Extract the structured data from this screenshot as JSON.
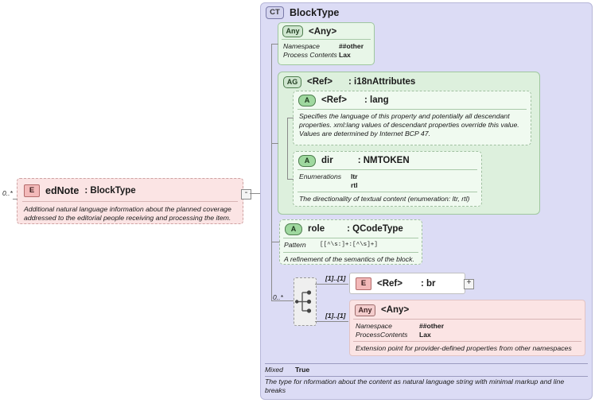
{
  "diagram": {
    "type": "xsd-schema-diagram",
    "root": {
      "icon": "CT",
      "name": "BlockType",
      "mixed_label": "Mixed",
      "mixed_value": "True",
      "description": "The type for nformation about the content as natural language string with minimal markup and line breaks"
    },
    "left_element": {
      "icon": "E",
      "name": "edNote",
      "type": ": BlockType",
      "cardinality": "0..*",
      "description": "Additional natural language information about the planned coverage addressed to the editorial people receiving and processing the item.",
      "toggle": "-"
    },
    "any_top": {
      "icon": "Any",
      "name": "<Any>",
      "props": [
        {
          "key": "Namespace",
          "value": "##other"
        },
        {
          "key": "Process Contents",
          "value": "Lax"
        }
      ]
    },
    "attr_group": {
      "icon": "AG",
      "name": "<Ref>",
      "type": ": i18nAttributes",
      "attributes": [
        {
          "icon": "A",
          "name": "<Ref>",
          "type": ": lang",
          "description": "Specifies the language of this property and potentially all descendant properties. xml:lang values of descendant properties override this value. Values are determined by Internet BCP 47."
        },
        {
          "icon": "A",
          "name": "dir",
          "type": ": NMTOKEN",
          "props": [
            {
              "key": "Enumerations",
              "value": "ltr"
            },
            {
              "key": "",
              "value": "rtl"
            }
          ],
          "description": "The directionality of textual content (enumeration: ltr, rtl)"
        }
      ]
    },
    "attr_role": {
      "icon": "A",
      "name": "role",
      "type": ": QCodeType",
      "props": [
        {
          "key": "Pattern",
          "value": "[[^\\s:]+:[^\\s]+]"
        }
      ],
      "description": "A refinement of the semantics of the block."
    },
    "choice": {
      "icon": "choice-node",
      "cardinality": "0..*",
      "branches": [
        {
          "cardinality": "[1]..[1]",
          "icon": "E",
          "name": "<Ref>",
          "type": ": br",
          "toggle": "+"
        },
        {
          "cardinality": "[1]..[1]",
          "icon": "Any",
          "name": "<Any>",
          "props": [
            {
              "key": "Namespace",
              "value": "##other"
            },
            {
              "key": "ProcessContents",
              "value": "Lax"
            }
          ],
          "description": "Extension point for provider-defined properties from other namespaces"
        }
      ]
    }
  },
  "colors": {
    "complex_type": "#dcdcf5",
    "attribute_green": "#e8f6e8",
    "element_pink": "#fbe4e4",
    "line": "#8a8a8a"
  }
}
